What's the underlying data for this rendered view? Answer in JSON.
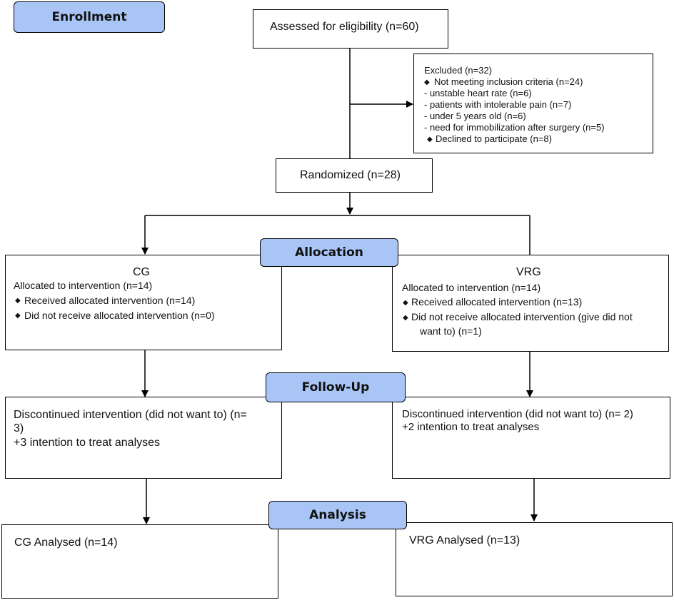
{
  "stages": {
    "enrollment": "Enrollment",
    "allocation": "Allocation",
    "followup": "Follow-Up",
    "analysis": "Analysis"
  },
  "assessed": "Assessed for eligibility (n=60)",
  "excluded": {
    "title": "Excluded  (n=32)",
    "lines": [
      "Not meeting inclusion criteria (n=24)",
      "- unstable heart rate (n=6)",
      "- patients with intolerable pain  (n=7)",
      "- under 5 years old (n=6)",
      "- need for immobilization after surgery (n=5)",
      "Declined to participate (n=8)"
    ]
  },
  "randomized": "Randomized (n=28)",
  "cg": {
    "name": "CG",
    "allocated": "Allocated to intervention (n=14)",
    "received": "Received allocated intervention (n=14)",
    "not_received": "Did not receive allocated intervention (n=0)",
    "followup_line1": "Discontinued intervention (did not want to) (n=",
    "followup_line2": "3)",
    "followup_line3": "+3 intention to treat analyses",
    "analysed": "CG Analysed  (n=14)"
  },
  "vrg": {
    "name": "VRG",
    "allocated": "Allocated to intervention (n=14)",
    "received": "Received allocated intervention (n=13)",
    "not_received_line1": "Did not receive allocated intervention (give did not",
    "not_received_line2": "want to) (n=1)",
    "followup_line1": "Discontinued intervention (did not want to) (n= 2)",
    "followup_line2": "+2 intention to treat analyses",
    "analysed": "VRG Analysed  (n=13)"
  },
  "bullet_glyph": "◆"
}
